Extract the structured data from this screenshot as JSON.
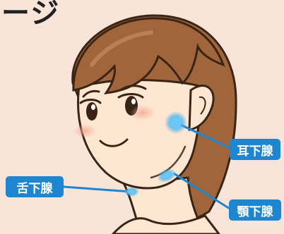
{
  "heading_fragment": "ージ",
  "labels": {
    "parotid": "耳下腺",
    "sublingual": "舌下腺",
    "submandibular": "顎下腺"
  },
  "colors": {
    "background": "#f9e4d9",
    "hair": "#a0653a",
    "skin": "#fde6d2",
    "outline": "#3a2416",
    "label_bg": "#1e86cf",
    "gland_glow": "#3aa9ee",
    "cheek": "#f4b3a0"
  }
}
